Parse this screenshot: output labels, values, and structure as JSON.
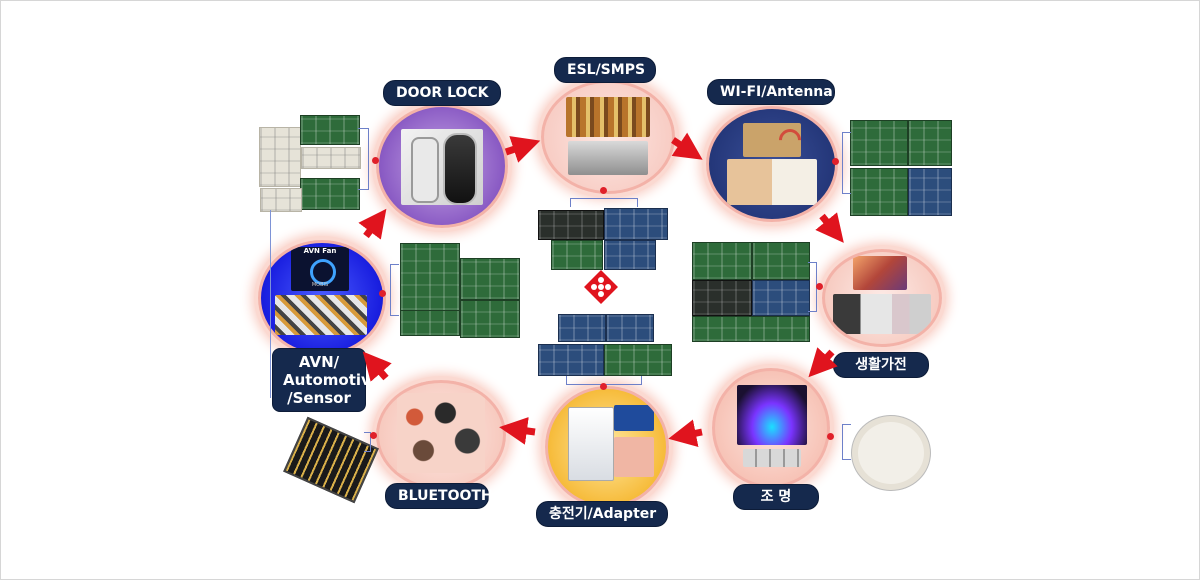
{
  "labels": {
    "door_lock": "DOOR LOCK",
    "esl_smps": "ESL/SMPS",
    "wifi_antenna": "WI-FI/Antenna",
    "home_appliance": "생활가전",
    "lighting": "조  명",
    "charger_adapter": "충전기/Adapter",
    "bluetooth": "BLUETOOTH",
    "avn_automotive": "AVN/\nAutomotive\n/Sensor"
  },
  "image_text": {
    "avn_fan": "AVN Fan",
    "mobis": "MOBIS"
  },
  "colors": {
    "label_bg": "#15294d",
    "arrow": "#e0141e",
    "circle_ring": "#f3b2a8",
    "bracket": "#6d80c9"
  }
}
